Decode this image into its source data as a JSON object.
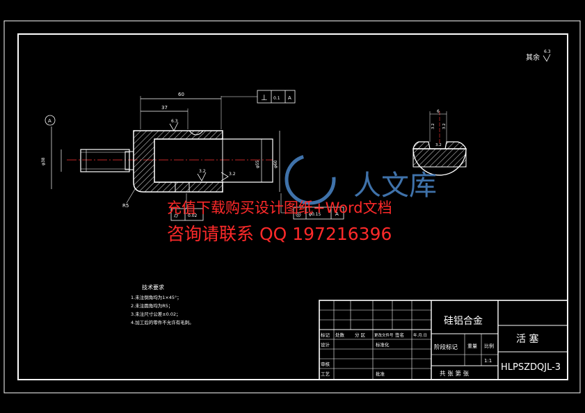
{
  "drawing": {
    "roughness_note": "其余",
    "roughness_value": "6.3",
    "dims": {
      "len_60": "60",
      "len_37": "37",
      "perp_symbol": "⊥",
      "perp_tol": "0.1",
      "perp_datum": "A",
      "rough_top": "6.3",
      "rough_inner": "3.2",
      "rough_right": "3.2",
      "fillet": "R5",
      "datum_a": "A",
      "dia_left": "φ38",
      "dia_right_1": "φ55",
      "dia_right_2": "φ60",
      "flat_symbol": "⌭",
      "flat_tol": "0.02",
      "pos_symbol": "◎",
      "pos_tol": "φ0.15",
      "pos_datum": "A",
      "sec_width": "6",
      "sec_rough_1": "3.2",
      "sec_rough_2": "3.2",
      "sec_depth": "3.2"
    },
    "tech_req": {
      "title": "技术要求",
      "items": [
        "1.未注倒角均为1×45°；",
        "2.未注圆角均为R5；",
        "3.未注尺寸公差±0.02；",
        "4.加工后的零件不允许有毛刺。"
      ]
    }
  },
  "watermark": {
    "line1": "充值下载购买设计图纸+Word文档",
    "line2": "咨询请联系  QQ 197216396",
    "logo_text": "人文库"
  },
  "title_block": {
    "material": "硅铝合金",
    "part_name": "活  塞",
    "drawing_no": "HLPSZDQJL-3",
    "scale": "1:1",
    "stage_mark": "阶段标记",
    "weight": "重量",
    "ratio": "比例",
    "sheets": "共  张  第  张",
    "cells": {
      "mark": "标记",
      "count": "处数",
      "zone": "分  区",
      "change_doc": "更改文件号",
      "sign": "签名",
      "date": "年.月.日",
      "design": "设计",
      "standard": "标准化",
      "review": "审核",
      "process": "工艺",
      "approve": "批准"
    }
  },
  "colors": {
    "background": "#000000",
    "line": "#ffffff",
    "center": "#ff3333",
    "hatch": "#ffffff",
    "watermark_red": "#ff2a2a",
    "logo_blue": "#4b86c8"
  }
}
